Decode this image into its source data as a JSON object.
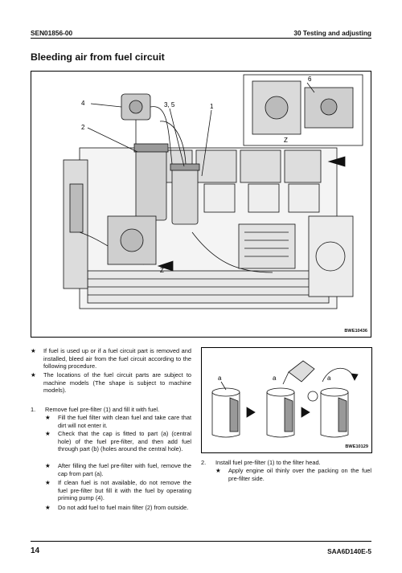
{
  "header": {
    "left": "SEN01856-00",
    "right": "30 Testing and adjusting"
  },
  "title": "Bleeding air from fuel circuit",
  "figure1": {
    "code": "BWE10436",
    "callouts": [
      "4",
      "3, 5",
      "1",
      "2",
      "6",
      "Z",
      "Z"
    ]
  },
  "figure2": {
    "code": "BWE10129",
    "callouts": [
      "a",
      "a",
      "a"
    ]
  },
  "notes": [
    "If fuel is used up or if a fuel circuit part is removed and installed, bleed air from the fuel circuit according to the following procedure.",
    "The locations of the fuel circuit parts are subject to machine models (The shape is subject to machine models)."
  ],
  "step1": {
    "number": "1.",
    "text": "Remove fuel pre-filter (1) and fill it with fuel.",
    "subs": [
      "Fill the fuel filter with clean fuel and take care that dirt will not enter it.",
      "Check that the cap is fitted to part (a) (central hole) of the fuel pre-filter, and then add fuel through part (b) (holes around the central hole).",
      "After filling the fuel pre-filter with fuel, remove the cap from part (a).",
      "If clean fuel is not available, do not remove the fuel pre-filter but fill it with the fuel by operating priming pump (4).",
      "Do not add fuel to fuel main filter (2) from outside."
    ]
  },
  "step2": {
    "number": "2.",
    "text": "Install fuel pre-filter (1) to the filter head.",
    "subs": [
      "Apply engine oil thinly over the packing on the fuel pre-filter side."
    ]
  },
  "bullet_glyph": "★",
  "footer": {
    "page": "14",
    "code": "SAA6D140E-5"
  }
}
